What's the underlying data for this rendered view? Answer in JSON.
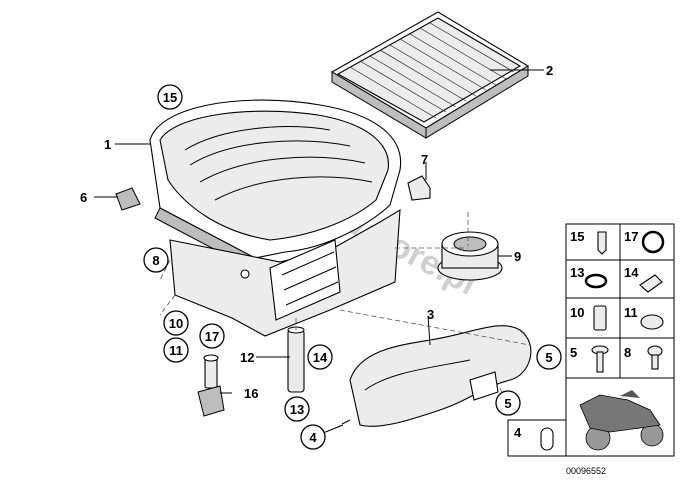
{
  "watermark": "www.BMWstore.pl",
  "diagram_code": "00096552",
  "callouts": {
    "c1": "1",
    "c2": "2",
    "c3": "3",
    "c4": "4",
    "c5a": "5",
    "c5b": "5",
    "c6": "6",
    "c7": "7",
    "c8": "8",
    "c9": "9",
    "c10": "10",
    "c11": "11",
    "c12": "12",
    "c13": "13",
    "c14": "14",
    "c15": "15",
    "c16": "16",
    "c17": "17"
  },
  "legend": {
    "r1a": "15",
    "r1b": "17",
    "r2a": "13",
    "r2b": "14",
    "r3a": "10",
    "r3b": "11",
    "r4a": "5",
    "r4b": "8",
    "r6a": "4"
  },
  "colors": {
    "line": "#000000",
    "fill": "#ececec",
    "watermark": "#d0d0d0"
  }
}
